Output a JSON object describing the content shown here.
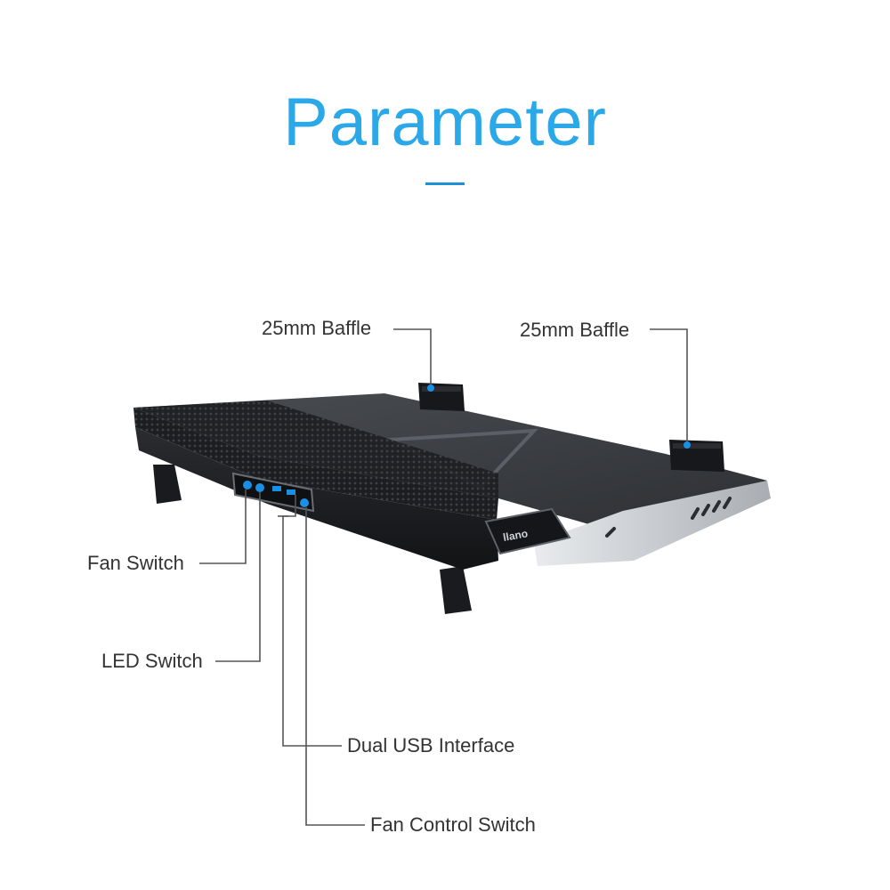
{
  "page": {
    "title": "Parameter",
    "title_color": "#2aa8e8",
    "accent_color": "#1e90d8",
    "label_color": "#333333",
    "line_color": "#555555"
  },
  "labels": {
    "baffle_left": "25mm Baffle",
    "baffle_right": "25mm Baffle",
    "fan_switch": "Fan Switch",
    "led_switch": "LED Switch",
    "dual_usb": "Dual USB Interface",
    "fan_control": "Fan Control Switch"
  },
  "product": {
    "brand_mark": "llano",
    "body_color": "#3a3c40",
    "trim_color": "#c9ccd0",
    "led_color": "#1a8fe6"
  }
}
